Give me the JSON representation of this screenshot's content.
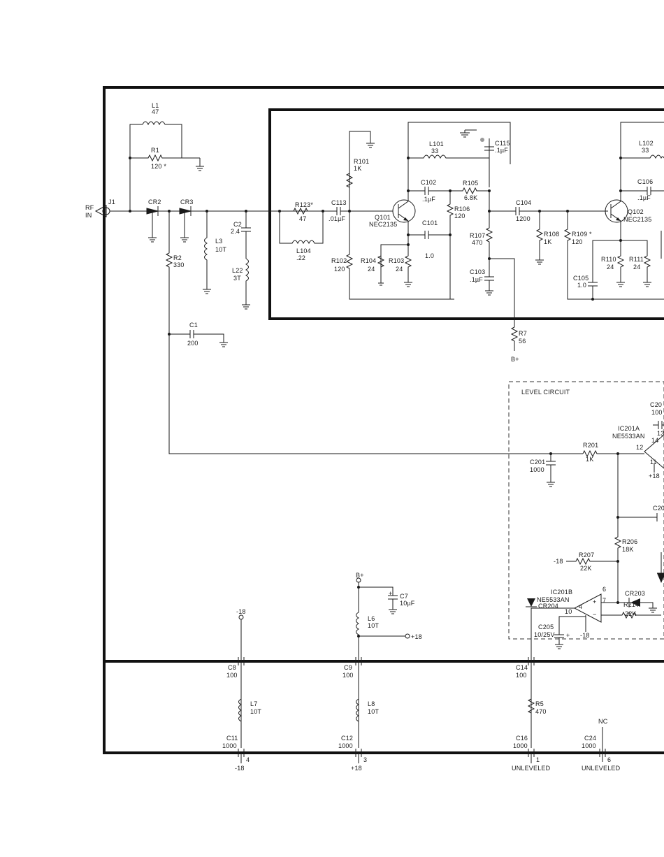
{
  "labels": {
    "rf_in": [
      "RF",
      "IN"
    ],
    "j1": "J1",
    "l1": [
      "L1",
      "47"
    ],
    "r1": [
      "R1",
      "120 *"
    ],
    "cr2": "CR2",
    "cr3": "CR3",
    "r2": [
      "R2",
      "330"
    ],
    "l3": [
      "L3",
      "10T"
    ],
    "c2": [
      "C2",
      "2.4"
    ],
    "l22": [
      "L22",
      "3T"
    ],
    "c1": [
      "C1",
      "200"
    ],
    "r123": [
      "R123*",
      "47"
    ],
    "c113": [
      "C113",
      ".01µF"
    ],
    "l104": [
      "L104",
      ".22"
    ],
    "r101": [
      "R101",
      "1K"
    ],
    "l101": [
      "L101",
      "33"
    ],
    "c115": [
      "C115",
      ".1µF"
    ],
    "c102": [
      "C102",
      ".1µF"
    ],
    "r105": [
      "R105",
      "6.8K"
    ],
    "q101": [
      "Q101",
      "NEC2135"
    ],
    "r106": [
      "R106",
      "120"
    ],
    "c101": [
      "C101",
      "1.0"
    ],
    "r107": [
      "R107",
      "470"
    ],
    "r102": [
      "R102",
      "120"
    ],
    "r104": [
      "R104",
      "24"
    ],
    "r103": [
      "R103",
      "24"
    ],
    "c103": [
      "C103",
      ".1µF"
    ],
    "c104": [
      "C104",
      "1200"
    ],
    "r108": [
      "R108",
      "1K"
    ],
    "r109": [
      "R109 *",
      "120"
    ],
    "l102": [
      "L102",
      "33"
    ],
    "c106": [
      "C106",
      ".1µF"
    ],
    "q102": [
      "Q102",
      "NEC2135"
    ],
    "r110": [
      "R110",
      "24"
    ],
    "r111": [
      "R111",
      "24"
    ],
    "c105": [
      "C105",
      "1.0"
    ],
    "r7": [
      "R7",
      "56"
    ],
    "bplus": "B+",
    "level_circuit": "LEVEL CIRCUIT",
    "c20x": [
      "C20",
      "100"
    ],
    "ic201a": [
      "IC201A",
      "NE5533AN"
    ],
    "pins_a": [
      "13",
      "14",
      "12",
      "11"
    ],
    "r201": [
      "R201",
      "1K"
    ],
    "c201": [
      "C201",
      "1000"
    ],
    "plus18": "+18",
    "c20y": "C20",
    "r206": [
      "R206",
      "18K"
    ],
    "r207": [
      "R207",
      "22K"
    ],
    "minus18": "-18",
    "ic201b": [
      "IC201B",
      "NE5533AN"
    ],
    "cr203": "CR203",
    "pins_b": [
      "10",
      "6",
      "7",
      "4"
    ],
    "cr204": "CR204",
    "r214": [
      "R214",
      "22K"
    ],
    "c205": [
      "C205",
      "10/25V"
    ],
    "c7": [
      "C7",
      "10µF"
    ],
    "l6": [
      "L6",
      "10T"
    ],
    "plus18_tap": "+18",
    "c8": [
      "C8",
      "100"
    ],
    "c9": [
      "C9",
      "100"
    ],
    "c14": [
      "C14",
      "100"
    ],
    "l7": [
      "L7",
      "10T"
    ],
    "l8": [
      "L8",
      "10T"
    ],
    "r5": [
      "R5",
      "470"
    ],
    "nc": "NC",
    "c11": [
      "C11",
      "1000"
    ],
    "c12": [
      "C12",
      "1000"
    ],
    "c16": [
      "C16",
      "1000"
    ],
    "c24": [
      "C24",
      "1000"
    ],
    "term_pins": [
      "4",
      "3",
      "1",
      "6"
    ],
    "term_labels": [
      "-18",
      "+18",
      "UNLEVELED",
      "UNLEVELED"
    ]
  }
}
